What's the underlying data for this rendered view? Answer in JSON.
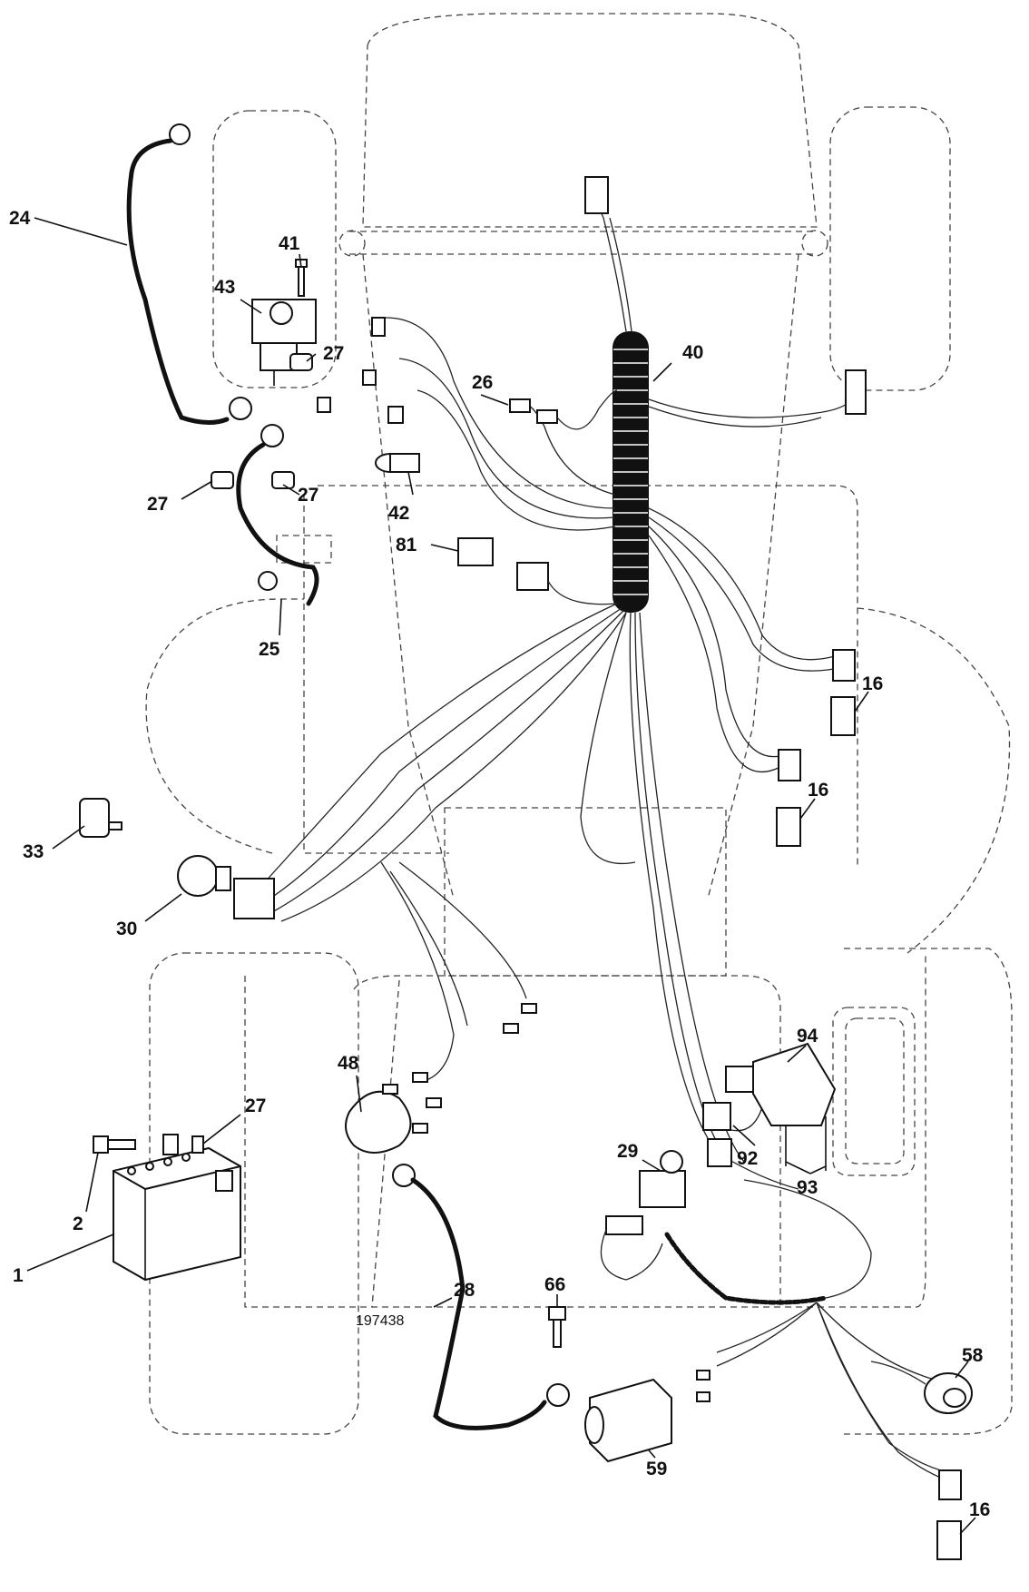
{
  "drawing_number": "197438",
  "callouts": [
    {
      "id": "c1",
      "label": "1"
    },
    {
      "id": "c2",
      "label": "2"
    },
    {
      "id": "c16a",
      "label": "16"
    },
    {
      "id": "c16b",
      "label": "16"
    },
    {
      "id": "c16c",
      "label": "16"
    },
    {
      "id": "c24",
      "label": "24"
    },
    {
      "id": "c25",
      "label": "25"
    },
    {
      "id": "c26",
      "label": "26"
    },
    {
      "id": "c27a",
      "label": "27"
    },
    {
      "id": "c27b",
      "label": "27"
    },
    {
      "id": "c27c",
      "label": "27"
    },
    {
      "id": "c27d",
      "label": "27"
    },
    {
      "id": "c28",
      "label": "28"
    },
    {
      "id": "c29",
      "label": "29"
    },
    {
      "id": "c30",
      "label": "30"
    },
    {
      "id": "c33",
      "label": "33"
    },
    {
      "id": "c40",
      "label": "40"
    },
    {
      "id": "c41",
      "label": "41"
    },
    {
      "id": "c42",
      "label": "42"
    },
    {
      "id": "c43",
      "label": "43"
    },
    {
      "id": "c48",
      "label": "48"
    },
    {
      "id": "c58",
      "label": "58"
    },
    {
      "id": "c59",
      "label": "59"
    },
    {
      "id": "c66",
      "label": "66"
    },
    {
      "id": "c81",
      "label": "81"
    },
    {
      "id": "c92",
      "label": "92"
    },
    {
      "id": "c93",
      "label": "93"
    },
    {
      "id": "c94",
      "label": "94"
    }
  ]
}
